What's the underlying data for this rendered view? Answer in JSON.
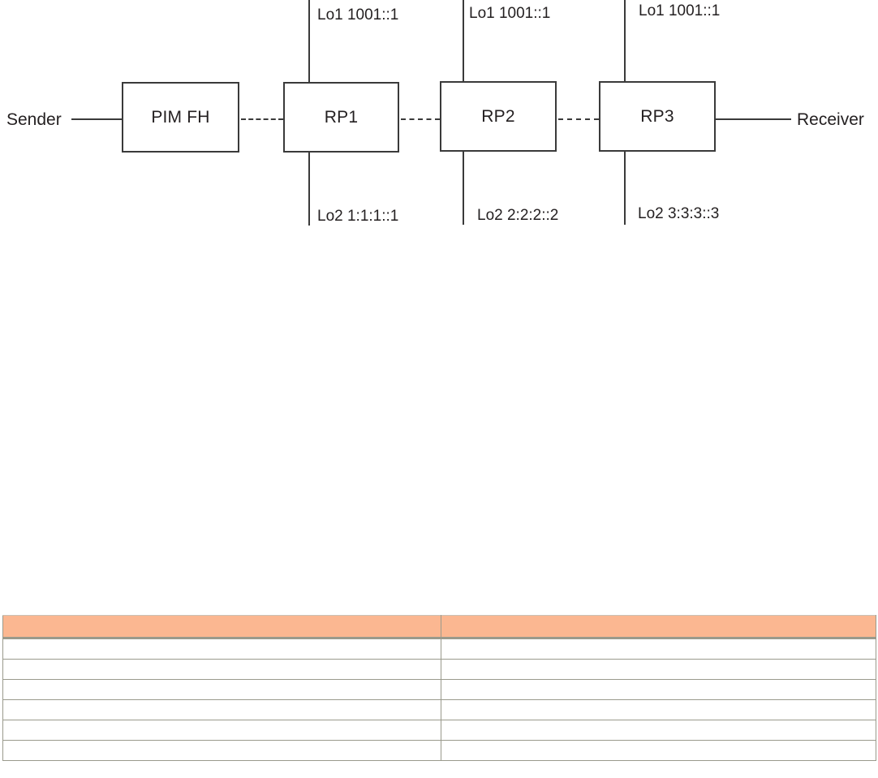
{
  "diagram": {
    "type": "network-topology",
    "endpoints": {
      "sender_label": "Sender",
      "receiver_label": "Receiver"
    },
    "nodes": [
      {
        "id": "pimfh",
        "label": "PIM FH",
        "lo1": null,
        "lo2": null
      },
      {
        "id": "rp1",
        "label": "RP1",
        "lo1": "Lo1 1001::1",
        "lo2": "Lo2 1:1:1::1"
      },
      {
        "id": "rp2",
        "label": "RP2",
        "lo1": "Lo1 1001::1",
        "lo2": "Lo2 2:2:2::2"
      },
      {
        "id": "rp3",
        "label": "RP3",
        "lo1": "Lo1 1001::1",
        "lo2": "Lo2 3:3:3::3"
      }
    ],
    "links": [
      {
        "from": "sender",
        "to": "pimfh",
        "style": "solid"
      },
      {
        "from": "pimfh",
        "to": "rp1",
        "style": "dashed"
      },
      {
        "from": "rp1",
        "to": "rp2",
        "style": "dashed"
      },
      {
        "from": "rp2",
        "to": "rp3",
        "style": "dashed"
      },
      {
        "from": "rp3",
        "to": "receiver",
        "style": "solid"
      }
    ]
  },
  "table": {
    "header_color": "#fbb791",
    "border_color": "#9a9a8c",
    "columns": [
      "",
      ""
    ],
    "rows": [
      [
        "",
        ""
      ],
      [
        "",
        ""
      ],
      [
        "",
        ""
      ],
      [
        "",
        ""
      ],
      [
        "",
        ""
      ],
      [
        "",
        ""
      ]
    ]
  }
}
